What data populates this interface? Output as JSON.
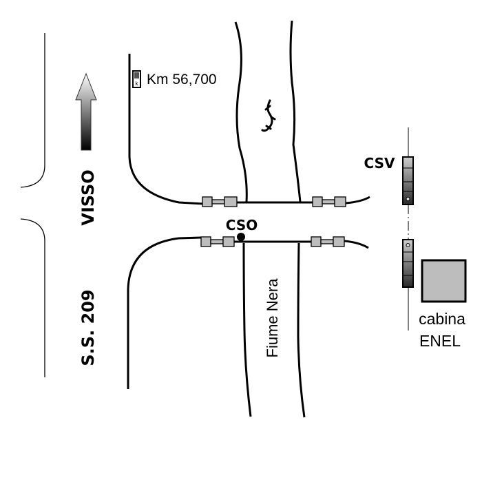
{
  "labels": {
    "km_marker": "Km 56,700",
    "marker_letter": "k",
    "direction": "VISSO",
    "road": "S.S. 209",
    "river": "Fiume Nera",
    "cso": "CSO",
    "csv": "CSV",
    "cabina_line1": "cabina",
    "cabina_line2": "ENEL"
  },
  "icons": {
    "arrow": "up-arrow-icon",
    "bird": "bird-icon",
    "marker": "km-marker-icon"
  },
  "colors": {
    "line": "#000000",
    "bridge_block": "#bdbdbd",
    "cabin_fill": "#bdbdbd",
    "background": "#ffffff"
  }
}
